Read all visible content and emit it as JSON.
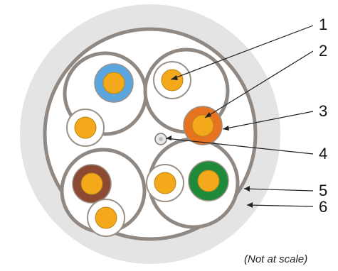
{
  "figure": {
    "colors": {
      "outer_jacket": "#e4e4e4",
      "shield_line": "#8f8883",
      "pair_fill": "#ffffff",
      "conductor": "#f4a91a",
      "wire_blue": "#5ca6df",
      "wire_orange": "#e6731f",
      "wire_brown": "#8c4a32",
      "wire_green": "#1f8a3a",
      "wire_white": "#ffffff",
      "wire_outline": "#9a9088",
      "leader": "#222222"
    },
    "pairs": [
      {
        "position": "top-left",
        "wire_colors": [
          "blue",
          "white"
        ]
      },
      {
        "position": "top-right",
        "wire_colors": [
          "white",
          "orange"
        ]
      },
      {
        "position": "bottom-left",
        "wire_colors": [
          "brown",
          "white"
        ]
      },
      {
        "position": "bottom-right",
        "wire_colors": [
          "white",
          "green"
        ]
      }
    ],
    "callouts": [
      {
        "number": "1"
      },
      {
        "number": "2"
      },
      {
        "number": "3"
      },
      {
        "number": "4"
      },
      {
        "number": "5"
      },
      {
        "number": "6"
      }
    ],
    "scale_note": "(Not at scale)"
  }
}
